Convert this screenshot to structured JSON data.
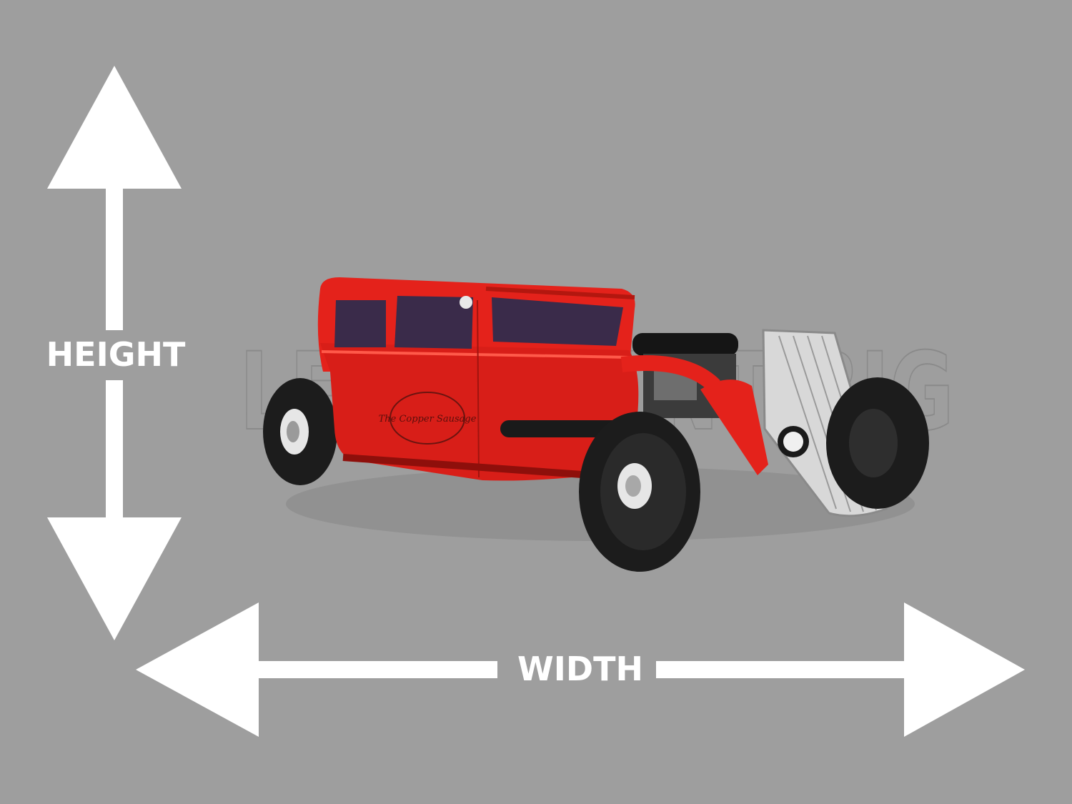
{
  "dimension_labels": {
    "height": "HEIGHT",
    "width": "WIDTH"
  },
  "watermark": "LET'S PRINT BIG",
  "car_decal": "The Copper Sausage",
  "colors": {
    "background": "#9e9e9e",
    "arrow": "#ffffff",
    "car_body": "#e4221b",
    "tire": "#1c1c1c",
    "chrome": "#cfcfcf"
  },
  "icons": {
    "height_arrow": "double-headed-vertical-arrow",
    "width_arrow": "double-headed-horizontal-arrow",
    "subject": "red-hot-rod-car-illustration"
  }
}
